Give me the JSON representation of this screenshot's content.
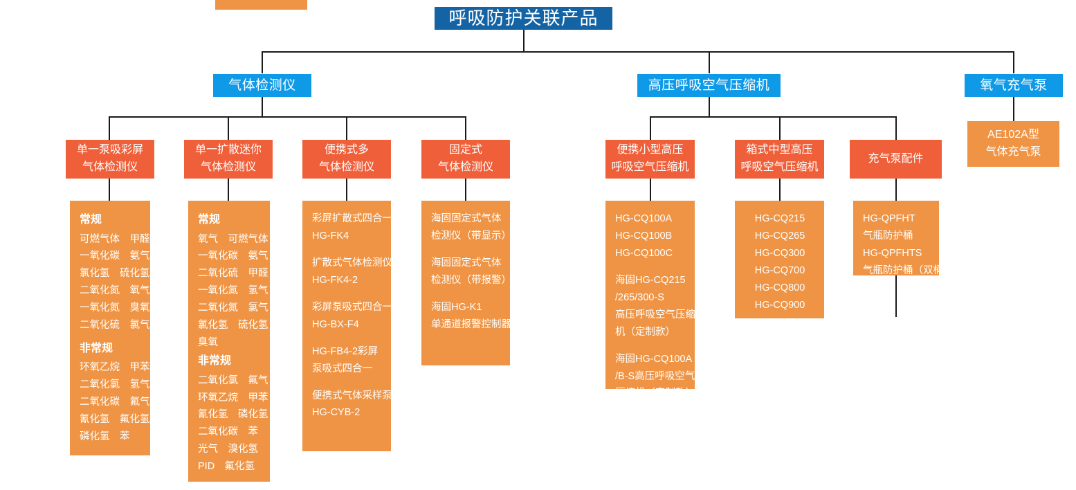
{
  "diagram": {
    "title": "呼吸防护关联产品",
    "colors": {
      "root": "#1464a5",
      "level2": "#0f9ae8",
      "level3": "#ef5f39",
      "leaf": "#ef9444",
      "line": "#1a1a1a"
    },
    "partial_top_box": "",
    "root": {
      "label": "呼吸防护关联产品"
    },
    "level2": [
      {
        "label": "气体检测仪"
      },
      {
        "label": "高压呼吸空气压缩机"
      },
      {
        "label": "氧气充气泵"
      }
    ],
    "level3": [
      {
        "label_1": "单一泵吸彩屏",
        "label_2": "气体检测仪"
      },
      {
        "label_1": "单一扩散迷你",
        "label_2": "气体检测仪"
      },
      {
        "label_1": "便携式多",
        "label_2": "气体检测仪"
      },
      {
        "label_1": "固定式",
        "label_2": "气体检测仪"
      },
      {
        "label_1": "便携小型高压",
        "label_2": "呼吸空气压缩机"
      },
      {
        "label_1": "箱式中型高压",
        "label_2": "呼吸空气压缩机"
      },
      {
        "label_1": "充气泵配件",
        "label_2": ""
      }
    ],
    "oxygen_pump_leaf": {
      "line_1": "AE102A型",
      "line_2": "气体充气泵"
    },
    "leaf_1": {
      "group_a_title": "常规",
      "group_a_rows": [
        "可燃气体　甲醛",
        "一氧化碳　氨气",
        "氯化氢　硫化氢",
        "二氧化氮　氧气",
        "一氧化氮　臭氧",
        "二氧化硫　氯气"
      ],
      "group_b_title": "非常规",
      "group_b_rows": [
        "环氧乙烷　甲苯",
        "二氧化氯　氢气",
        "二氧化碳　氟气",
        "氰化氢　氟化氢",
        "磷化氢　苯"
      ]
    },
    "leaf_2": {
      "group_a_title": "常规",
      "group_a_rows": [
        "氧气　可燃气体",
        "一氧化碳　氨气",
        "二氧化硫　甲醛",
        "一氧化氮　氢气",
        "二氧化氮　氯气",
        "氯化氢　硫化氢",
        "臭氧"
      ],
      "group_b_title": "非常规",
      "group_b_rows": [
        "二氧化氯　氟气",
        "环氧乙烷　甲苯",
        "氰化氢　磷化氢",
        "二氧化碳　苯",
        "光气　溴化氢",
        "PID　氟化氢"
      ]
    },
    "leaf_3": {
      "blocks": [
        [
          "彩屏扩散式四合一",
          "HG-FK4"
        ],
        [
          "扩散式气体检测仪",
          "HG-FK4-2"
        ],
        [
          "彩屏泵吸式四合一",
          "HG-BX-F4"
        ],
        [
          "HG-FB4-2彩屏",
          "泵吸式四合一"
        ],
        [
          "便携式气体采样泵",
          "HG-CYB-2"
        ]
      ]
    },
    "leaf_4": {
      "blocks": [
        [
          "海固固定式气体",
          "检测仪（带显示）"
        ],
        [
          "海固固定式气体",
          "检测仪（带报警）"
        ],
        [
          "海固HG-K1",
          "单通道报警控制器"
        ]
      ]
    },
    "leaf_5": {
      "blocks": [
        [
          "HG-CQ100A",
          "HG-CQ100B",
          "HG-CQ100C"
        ],
        [
          "海固HG-CQ215",
          "/265/300-S",
          "高压呼吸空气压缩",
          "机（定制款）"
        ],
        [
          "海固HG-CQ100A",
          "/B-S高压呼吸空气",
          "压缩机（定制款）"
        ]
      ]
    },
    "leaf_6": {
      "rows": [
        "HG-CQ215",
        "HG-CQ265",
        "HG-CQ300",
        "HG-CQ700",
        "HG-CQ800",
        "HG-CQ900"
      ]
    },
    "leaf_7": {
      "rows": [
        "HG-QPFHT",
        "气瓶防护桶",
        "HG-QPFHTS",
        "气瓶防护桶（双桶）"
      ]
    }
  }
}
